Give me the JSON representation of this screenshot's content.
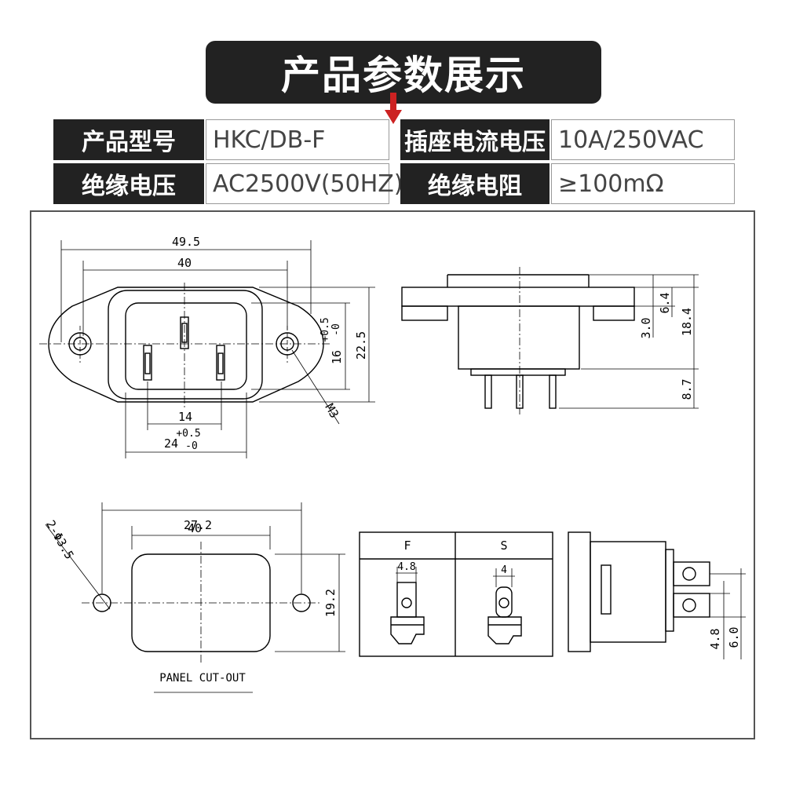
{
  "banner": {
    "title": "产品参数展示"
  },
  "specs": [
    {
      "label": "产品型号",
      "value": "HKC/DB-F"
    },
    {
      "label": "插座电流电压",
      "value": "10A/250VAC"
    },
    {
      "label": "绝缘电压",
      "value": "AC2500V(50HZ)"
    },
    {
      "label": "绝缘电阻",
      "value": "≥100mΩ"
    }
  ],
  "colors": {
    "banner_bg": "#222222",
    "arrow": "#cc2222",
    "line": "#000000"
  },
  "dims": {
    "front_width_total": "49.5",
    "front_width": "40",
    "front_height": "22.5",
    "front_inner_h_main": "16",
    "front_inner_h_tol_plus": "+0.5",
    "front_inner_h_tol_minus": "-0",
    "pin_spacing": "14",
    "inner_width_main": "24",
    "inner_width_tol_plus": "+0.5",
    "inner_width_tol_minus": "-0",
    "screw": "M3",
    "side_6_4": "6.4",
    "side_3_0": "3.0",
    "side_18_4": "18.4",
    "side_8_7": "8.7",
    "cut_width_total": "40",
    "cut_width": "27.2",
    "cut_height": "19.2",
    "hole": "2-Φ3.5",
    "panel_label": "PANEL CUT-OUT",
    "col_f": "F",
    "col_s": "S",
    "term_f": "4.8",
    "term_s": "4",
    "right_4_8": "4.8",
    "right_6_0": "6.0"
  }
}
